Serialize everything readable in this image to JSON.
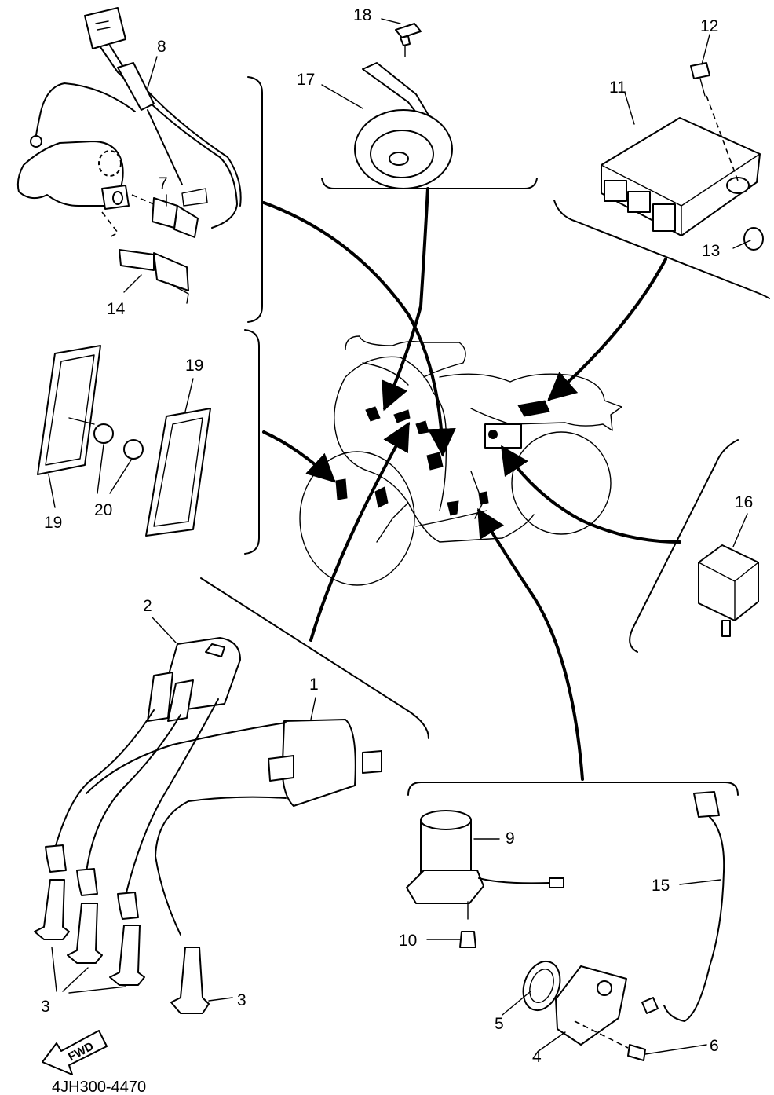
{
  "diagram": {
    "code": "4JH300-4470",
    "direction_label": "FWD",
    "labels": {
      "p1": "1",
      "p2": "2",
      "p3a": "3",
      "p3b": "3",
      "p4": "4",
      "p5": "5",
      "p6": "6",
      "p7": "7",
      "p8": "8",
      "p9": "9",
      "p10": "10",
      "p11": "11",
      "p12": "12",
      "p13": "13",
      "p14": "14",
      "p15": "15",
      "p16": "16",
      "p17": "17",
      "p18": "18",
      "p19a": "19",
      "p19b": "19",
      "p20": "20"
    }
  }
}
